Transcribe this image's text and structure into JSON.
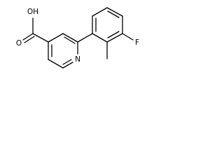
{
  "molecule": {
    "atoms": {
      "oh": "OH",
      "o": "O",
      "n": "N",
      "f": "F"
    }
  }
}
